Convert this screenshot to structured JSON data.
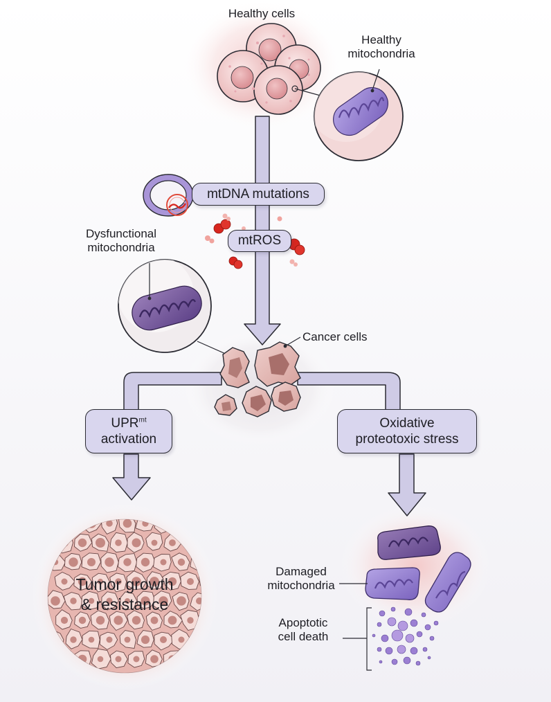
{
  "labels": {
    "healthy_cells": "Healthy cells",
    "healthy_mito_l1": "Healthy",
    "healthy_mito_l2": "mitochondria",
    "mtdna": "mtDNA mutations",
    "mtros": "mtROS",
    "dys_l1": "Dysfunctional",
    "dys_l2": "mitochondria",
    "cancer_cells": "Cancer cells",
    "upr_main": "UPR",
    "upr_sup": "mt",
    "upr_l2": "activation",
    "ox_l1": "Oxidative",
    "ox_l2": "proteotoxic stress",
    "tumor_l1": "Tumor growth",
    "tumor_l2": "& resistance",
    "damaged_l1": "Damaged",
    "damaged_l2": "mitochondria",
    "apop_l1": "Apoptotic",
    "apop_l2": "cell death"
  },
  "colors": {
    "box_fill": "#d9d6ee",
    "arrow_fill": "#cfcbe6",
    "cell_pink": "#f3d4d4",
    "mito_purple": "#8f79c9",
    "cancer_tan": "#d8a9a4",
    "ros_red": "#d8261f"
  }
}
